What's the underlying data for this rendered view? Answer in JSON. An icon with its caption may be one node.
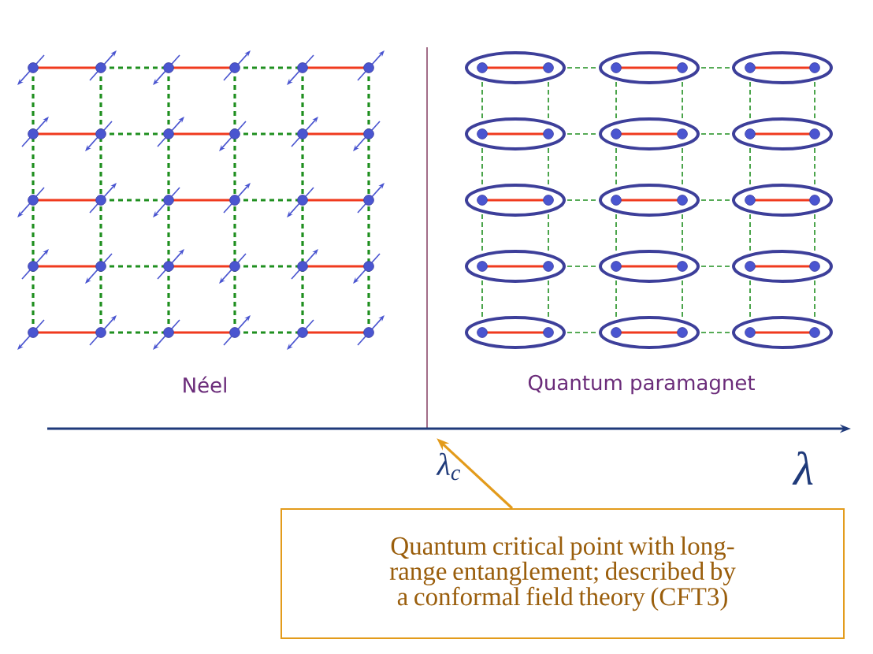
{
  "diagram": {
    "nodes": [
      {
        "text": [
          "Quantum critical point with long-range entanglement; described by a conformal field theory (CFT3)"
        ]
      },
      {
        "text": [
          "λ$_{c}$"
        ]
      }
    ],
    "edges": [
      {
        "from": 0,
        "to": 1,
        "arrow": "to"
      }
    ],
    "labels": [
      "Néel",
      "Quantum paramagnet",
      "λ"
    ]
  }
}
